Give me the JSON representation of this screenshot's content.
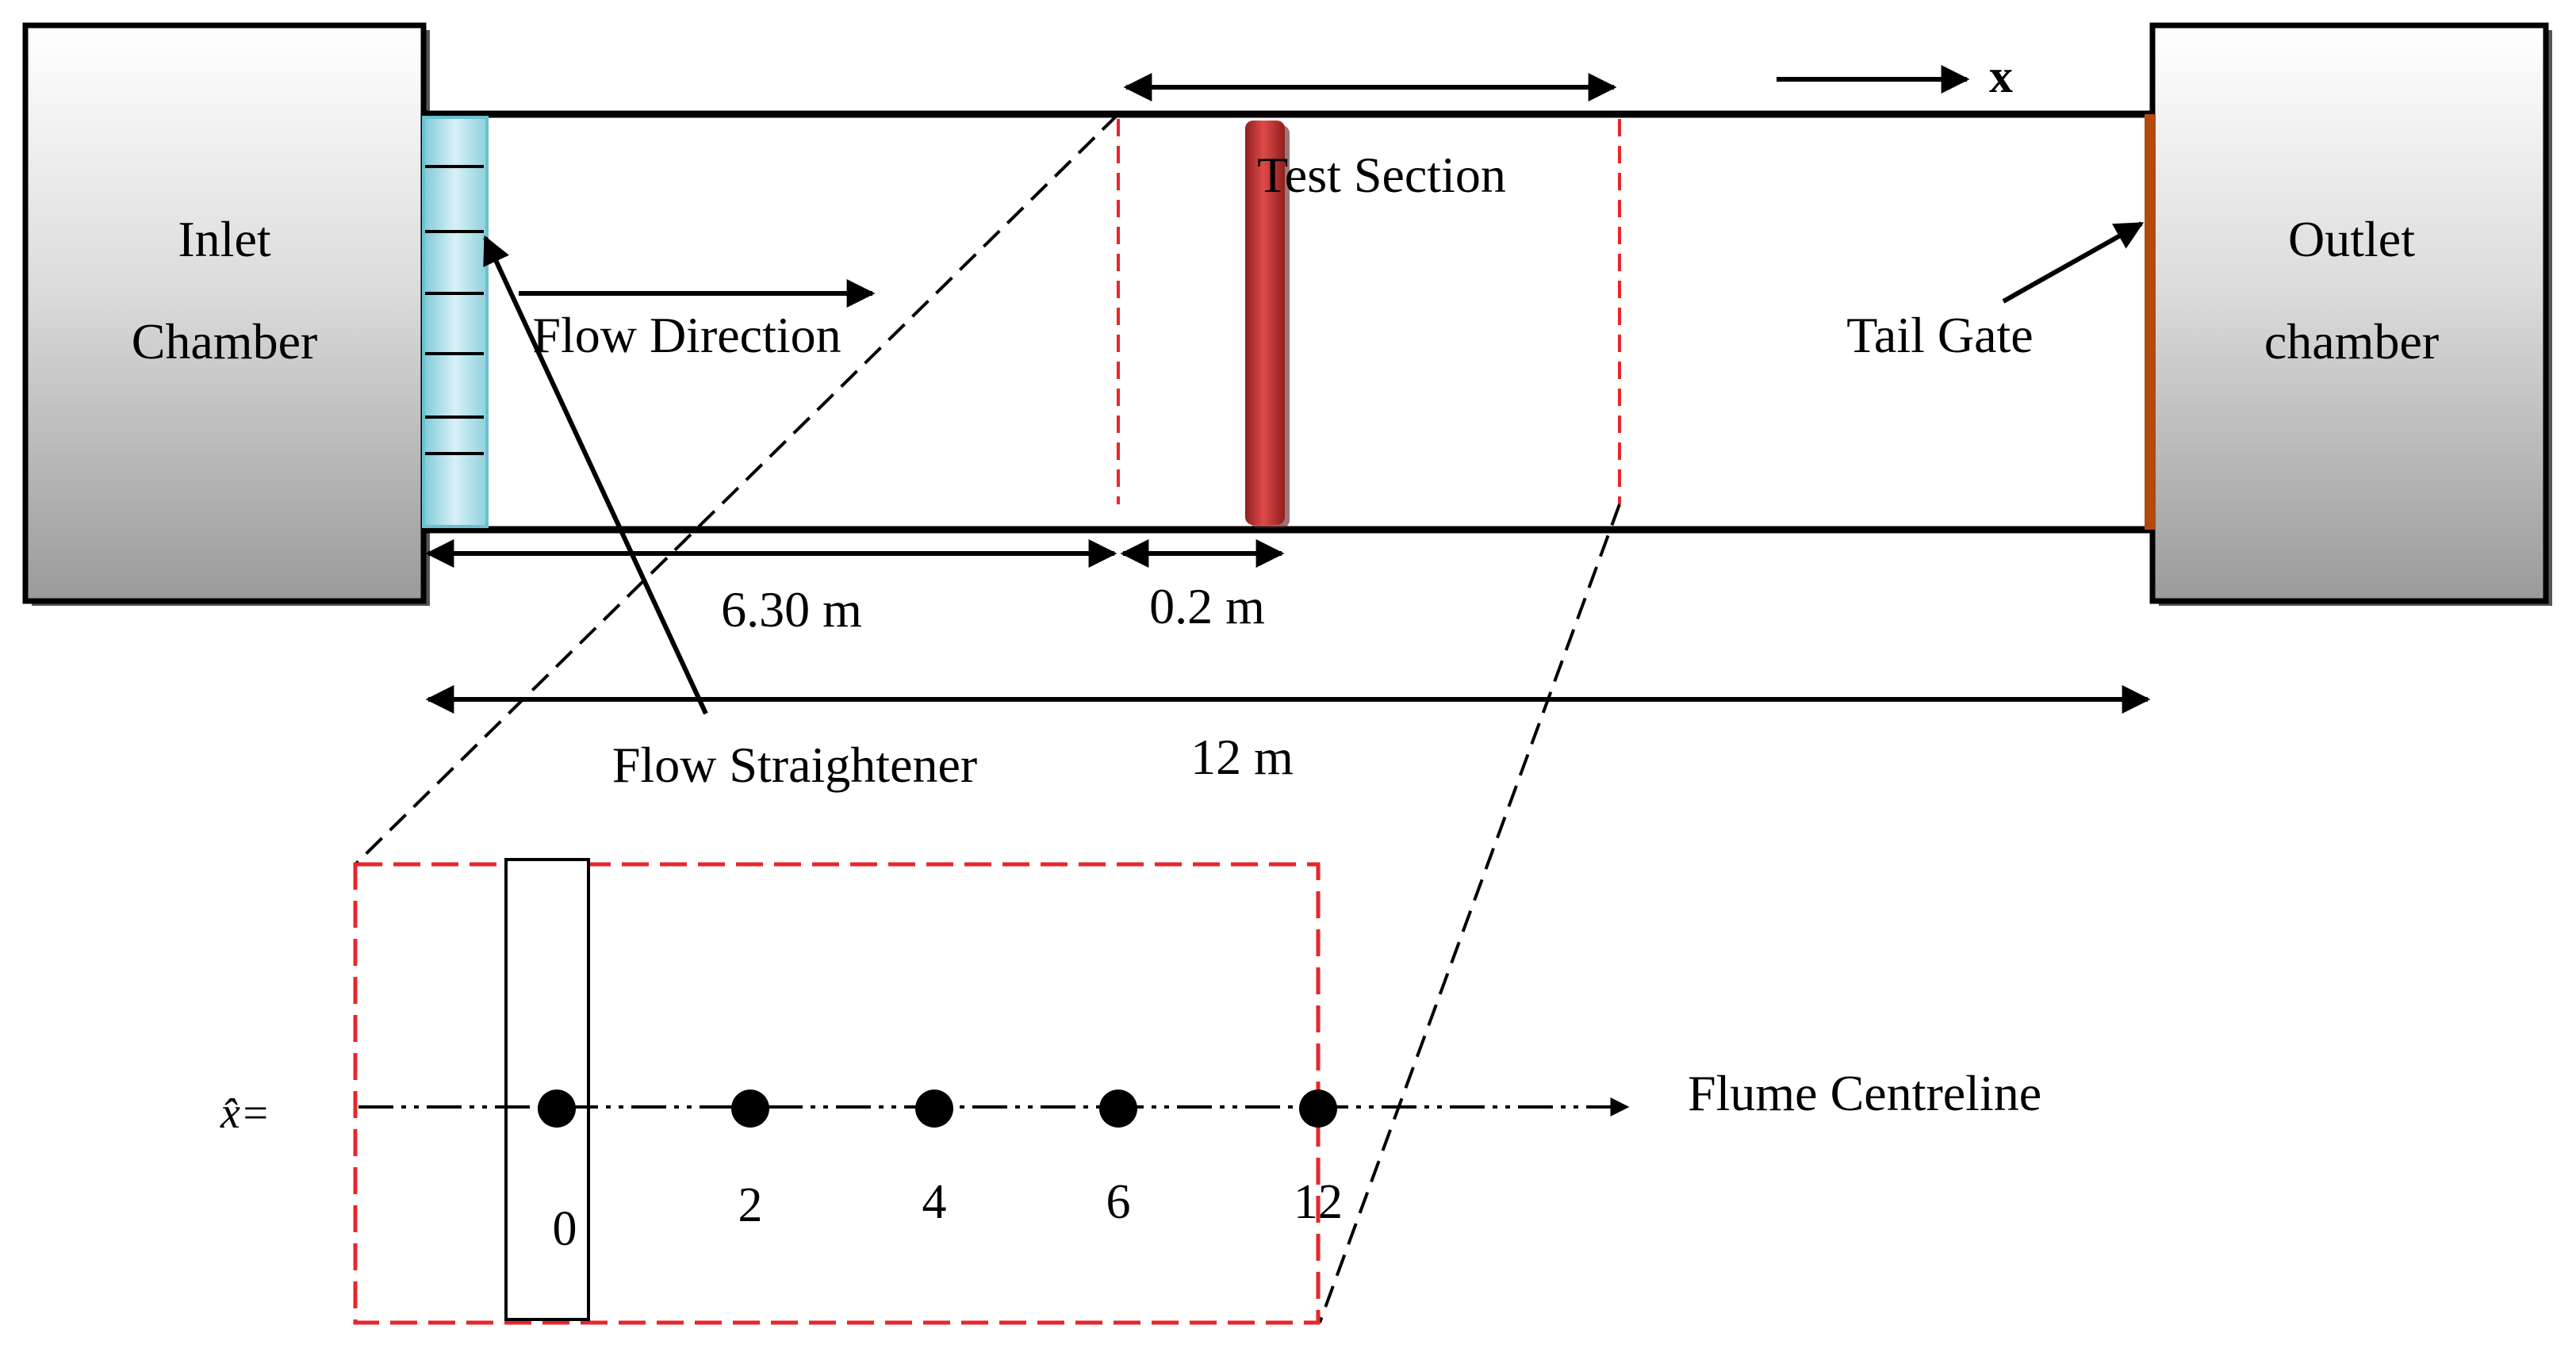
{
  "labels": {
    "inlet_chamber": [
      "Inlet",
      "Chamber"
    ],
    "outlet_chamber": [
      "Outlet",
      "chamber"
    ],
    "test_section": "Test Section",
    "flow_direction": "Flow Direction",
    "tail_gate": "Tail Gate",
    "flow_straightener": "Flow Straightener",
    "axis_x": "x",
    "flume_centreline": "Flume Centreline",
    "xhat_prefix": "x̂=",
    "dim_inlet_to_test": "6.30 m",
    "dim_cylinder": "0.2 m",
    "dim_total": "12 m"
  },
  "stations": [
    {
      "value": 0,
      "label": "0"
    },
    {
      "value": 2,
      "label": "2"
    },
    {
      "value": 4,
      "label": "4"
    },
    {
      "value": 6,
      "label": "6"
    },
    {
      "value": 12,
      "label": "12"
    }
  ],
  "colors": {
    "dashed_red": "#e8262a",
    "cylinder": "#b52a2a",
    "tail_gate": "#b34a0c",
    "straightener": "#a8dde8",
    "chamber_top": "#ffffff",
    "chamber_bottom": "#9a9a9a"
  }
}
